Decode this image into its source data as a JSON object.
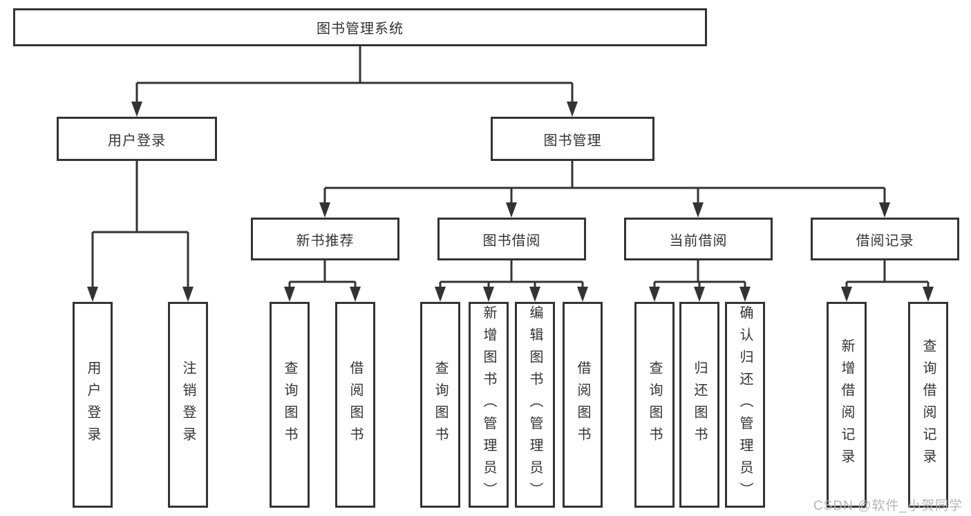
{
  "diagram": {
    "title": "图书管理系统",
    "type": "hierarchy-tree",
    "colors": {
      "line": "#333333",
      "border": "#333333",
      "text": "#333333",
      "background": "#ffffff",
      "watermark": "#b2b2b2"
    }
  },
  "root": {
    "label": "图书管理系统"
  },
  "level2": [
    {
      "label": "用户登录"
    },
    {
      "label": "图书管理"
    }
  ],
  "level3": [
    {
      "label": "新书推荐"
    },
    {
      "label": "图书借阅"
    },
    {
      "label": "当前借阅"
    },
    {
      "label": "借阅记录"
    }
  ],
  "leaves": {
    "login": [
      {
        "label": "用户登录"
      },
      {
        "label": "注销登录"
      }
    ],
    "recommend": [
      {
        "label": "查询图书"
      },
      {
        "label": "借阅图书"
      }
    ],
    "borrow": [
      {
        "label": "查询图书"
      },
      {
        "label": "新增图书（管理员）"
      },
      {
        "label": "编辑图书（管理员）"
      },
      {
        "label": "借阅图书"
      }
    ],
    "current": [
      {
        "label": "查询图书"
      },
      {
        "label": "归还图书"
      },
      {
        "label": "确认归还（管理员）"
      }
    ],
    "records": [
      {
        "label": "新增借阅记录"
      },
      {
        "label": "查询借阅记录"
      }
    ]
  },
  "watermark": "CSDN @软件_小贺同学"
}
